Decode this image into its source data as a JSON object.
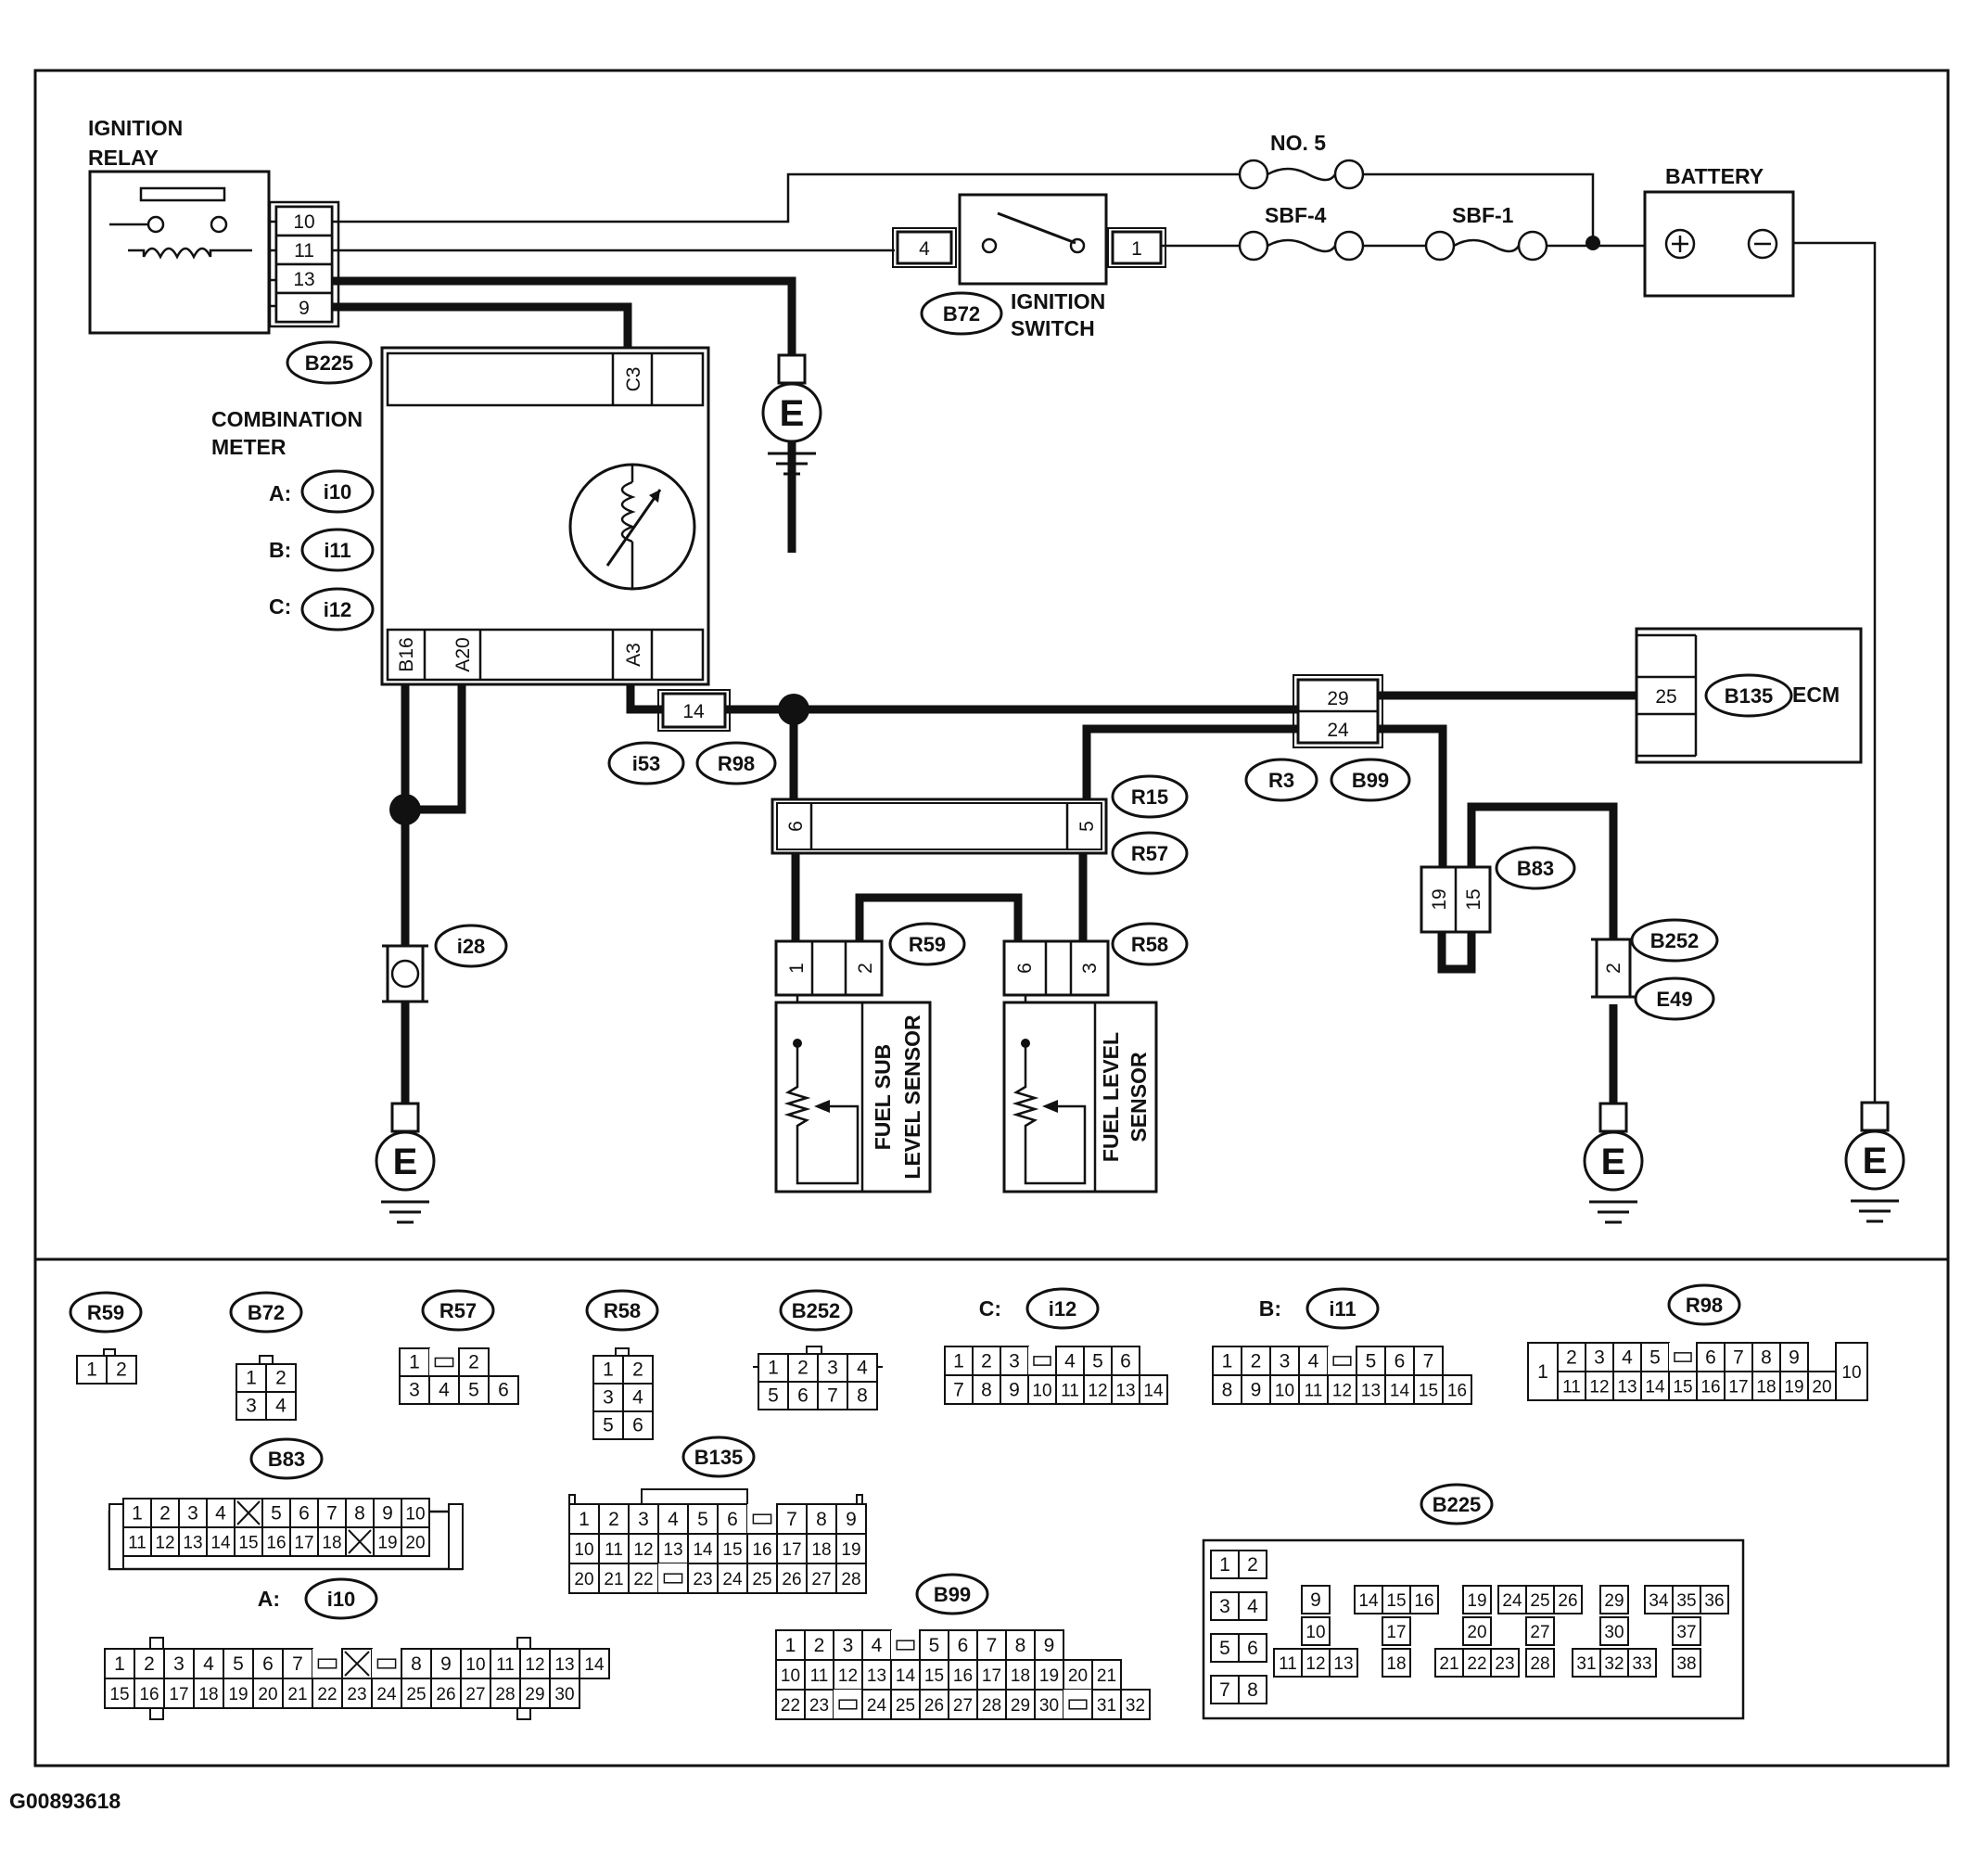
{
  "figure_id": "G00893618",
  "labels": {
    "ignition_relay_l1": "IGNITION",
    "ignition_relay_l2": "RELAY",
    "no5": "NO. 5",
    "battery": "BATTERY",
    "sbf4": "SBF-4",
    "sbf1": "SBF-1",
    "ignition_switch_l1": "IGNITION",
    "ignition_switch_l2": "SWITCH",
    "combination_meter_l1": "COMBINATION",
    "combination_meter_l2": "METER",
    "meter_a": "A:",
    "meter_b": "B:",
    "meter_c": "C:",
    "ecm": "ECM",
    "fuel_sub_l1": "FUEL SUB",
    "fuel_sub_l2": "LEVEL SENSOR",
    "fuel_level_l1": "FUEL LEVEL",
    "fuel_level_l2": "SENSOR",
    "ground": "E",
    "plus": "+",
    "minus": "−"
  },
  "relay_pins": [
    "10",
    "11",
    "13",
    "9"
  ],
  "ovals": {
    "b72": "B72",
    "b225": "B225",
    "i10": "i10",
    "i11": "i11",
    "i12": "i12",
    "b135": "B135",
    "i53": "i53",
    "r98": "R98",
    "r3": "R3",
    "b99": "B99",
    "r15": "R15",
    "r57": "R57",
    "r59": "R59",
    "r58": "R58",
    "i28": "i28",
    "b83": "B83",
    "b252": "B252",
    "e49": "E49"
  },
  "pins": {
    "sw4": "4",
    "sw1": "1",
    "c3": "C3",
    "b16": "B16",
    "a20": "A20",
    "a3": "A3",
    "p14": "14",
    "p29": "29",
    "p24": "24",
    "p25": "25",
    "p6": "6",
    "p5": "5",
    "s1": "1",
    "s2": "2",
    "s6": "6",
    "s3": "3",
    "b19": "19",
    "b15": "15",
    "e2": "2"
  },
  "connectors": [
    {
      "label": "R59",
      "rows": [
        [
          "1",
          "2"
        ]
      ]
    },
    {
      "label": "B72",
      "rows": [
        [
          "1",
          "2"
        ],
        [
          "3",
          "4"
        ]
      ]
    },
    {
      "label": "R57",
      "rows": [
        [
          "1",
          "",
          "2"
        ],
        [
          "3",
          "4",
          "5",
          "6"
        ]
      ]
    },
    {
      "label": "R58",
      "rows": [
        [
          "1",
          "2"
        ],
        [
          "3",
          "4"
        ],
        [
          "5",
          "6"
        ]
      ]
    },
    {
      "label": "B252",
      "rows": [
        [
          "1",
          "2",
          "3",
          "4"
        ],
        [
          "5",
          "6",
          "7",
          "8"
        ]
      ]
    },
    {
      "prefix": "C:",
      "label": "i12",
      "rows": [
        [
          "1",
          "2",
          "3",
          "",
          "4",
          "5",
          "6"
        ],
        [
          "7",
          "8",
          "9",
          "10",
          "11",
          "12",
          "13",
          "14"
        ]
      ]
    },
    {
      "prefix": "B:",
      "label": "i11",
      "rows": [
        [
          "1",
          "2",
          "3",
          "4",
          "",
          "5",
          "6",
          "7"
        ],
        [
          "8",
          "9",
          "10",
          "11",
          "12",
          "13",
          "14",
          "15",
          "16"
        ]
      ]
    },
    {
      "label": "R98",
      "side": [
        "1",
        "10"
      ],
      "rows": [
        [
          "2",
          "3",
          "4",
          "5",
          "",
          "6",
          "7",
          "8",
          "9"
        ],
        [
          "11",
          "12",
          "13",
          "14",
          "15",
          "16",
          "17",
          "18",
          "19",
          "20"
        ]
      ]
    },
    {
      "label": "B83",
      "rows": [
        [
          "1",
          "2",
          "3",
          "4",
          "X",
          "5",
          "6",
          "7",
          "8",
          "9",
          "10"
        ],
        [
          "11",
          "12",
          "13",
          "14",
          "15",
          "16",
          "17",
          "18",
          "X",
          "19",
          "20"
        ]
      ]
    },
    {
      "label": "B135",
      "rows": [
        [
          "1",
          "2",
          "3",
          "4",
          "5",
          "6",
          "",
          "7",
          "8",
          "9"
        ],
        [
          "10",
          "11",
          "12",
          "13",
          "14",
          "15",
          "16",
          "17",
          "18",
          "19"
        ],
        [
          "20",
          "21",
          "22",
          "",
          "23",
          "24",
          "25",
          "26",
          "27",
          "28"
        ]
      ]
    },
    {
      "prefix": "A:",
      "label": "i10",
      "rows": [
        [
          "1",
          "2",
          "3",
          "4",
          "5",
          "6",
          "7",
          "",
          "X",
          "",
          "8",
          "9",
          "10",
          "11",
          "12",
          "13",
          "14"
        ],
        [
          "15",
          "16",
          "17",
          "18",
          "19",
          "20",
          "21",
          "22",
          "23",
          "24",
          "25",
          "26",
          "27",
          "28",
          "29",
          "30"
        ]
      ]
    },
    {
      "label": "B99",
      "rows": [
        [
          "1",
          "2",
          "3",
          "4",
          "",
          "5",
          "6",
          "7",
          "8",
          "9"
        ],
        [
          "10",
          "11",
          "12",
          "13",
          "14",
          "15",
          "16",
          "17",
          "18",
          "19",
          "20",
          "21"
        ],
        [
          "22",
          "23",
          "",
          "24",
          "25",
          "26",
          "27",
          "28",
          "29",
          "30",
          "",
          "31",
          "32"
        ]
      ]
    },
    {
      "label": "B225",
      "groups": [
        [
          "1",
          "2"
        ],
        [
          "3",
          "4"
        ],
        [
          "5",
          "6"
        ],
        [
          "7",
          "8"
        ],
        [
          "9",
          "10",
          "11",
          "12",
          "13"
        ],
        [
          "14",
          "15",
          "16",
          "17",
          "18"
        ],
        [
          "19",
          "20",
          "21",
          "22",
          "23"
        ],
        [
          "24",
          "25",
          "26",
          "27",
          "28"
        ],
        [
          "29",
          "30",
          "31",
          "32",
          "33"
        ],
        [
          "34",
          "35",
          "36",
          "37",
          "38"
        ]
      ]
    }
  ]
}
